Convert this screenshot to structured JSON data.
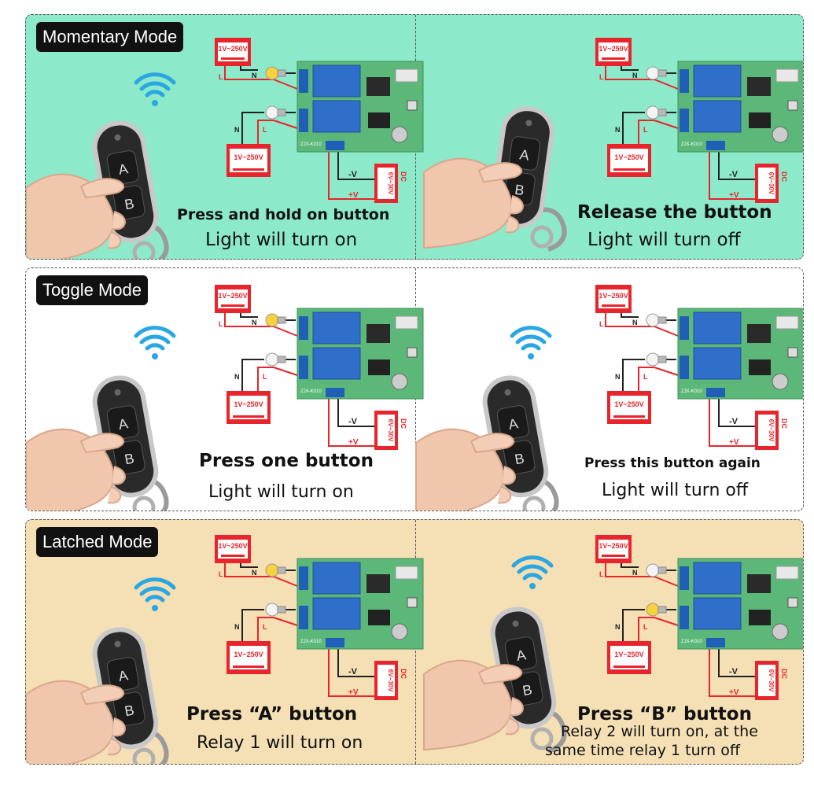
{
  "rows": [
    {
      "mode": "Momentary Mode",
      "left": {
        "title": "Press and hold on button",
        "subtitle": "Light will turn on"
      },
      "right": {
        "title": "Release the button",
        "subtitle": "Light will turn off"
      }
    },
    {
      "mode": "Toggle Mode",
      "left": {
        "title": "Press one button",
        "subtitle": "Light will turn on"
      },
      "right": {
        "title": "Press this button again",
        "subtitle": "Light will turn off"
      }
    },
    {
      "mode": "Latched Mode",
      "left": {
        "title": "Press  “A” button",
        "subtitle": "Relay 1 will turn on"
      },
      "right": {
        "title": "Press  “B” button",
        "subtitle_line1": "Relay 2 will turn on, at the",
        "subtitle_line2": "same time relay 1 turn off"
      }
    }
  ],
  "diagram": {
    "ac_supply": "1V~250V",
    "dc_supply": "6V~30V",
    "dc_tag": "DC",
    "wire_l": "L",
    "wire_n": "N",
    "minus_v": "-V",
    "plus_v": "+V",
    "board_label": "ZJX-K010"
  },
  "remote": {
    "button_a": "A",
    "button_b": "B"
  },
  "colors": {
    "momentary_bg": "#8ce9c9",
    "toggle_bg": "#ffffff",
    "latched_bg": "#f5dfb4",
    "supply_red": "#e8242c",
    "board_green": "#5cb878",
    "relay_blue": "#2f6fc9",
    "bulb_on": "#f7d23a"
  }
}
